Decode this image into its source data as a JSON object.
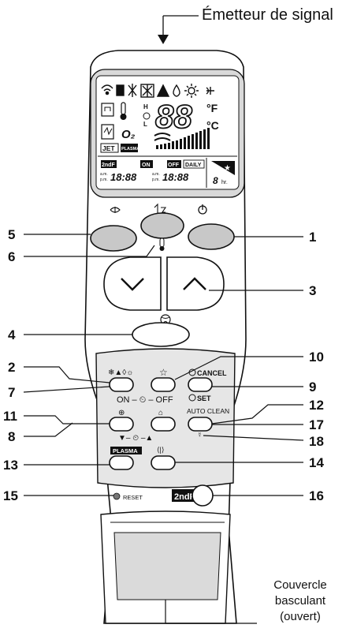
{
  "header": {
    "signal_label": "Émetteur de signal"
  },
  "footer": {
    "cover_label_line1": "Couvercle",
    "cover_label_line2": "basculant",
    "cover_label_line3": "(ouvert)"
  },
  "display": {
    "temp_digits": "88",
    "unit_f": "°F",
    "unit_c": "°C",
    "o2_text": "O₂",
    "jet_text": "JET",
    "plasma_text": "PLASMA",
    "second_f_text": "2ndF",
    "on_text": "ON",
    "off_text": "OFF",
    "daily_text": "DAILY",
    "am": "a.m.",
    "pm": "p.m.",
    "time1": "18:88",
    "time2": "18:88",
    "hours_value": "8",
    "hours_unit": "hr.",
    "h_text": "H",
    "l_text": "L"
  },
  "panel": {
    "cancel_text": "CANCEL",
    "set_text": "SET",
    "on_off_text": "ON – ⏲ – OFF",
    "auto_clean_text": "AUTO CLEAN",
    "plasma_label": "PLASMA",
    "reset_text": "RESET",
    "second_f_button": "2ndF"
  },
  "callouts": {
    "left": [
      "5",
      "6",
      "4",
      "2",
      "7",
      "11",
      "8",
      "13",
      "15"
    ],
    "right": [
      "1",
      "3",
      "10",
      "9",
      "12",
      "17",
      "18",
      "14",
      "16"
    ]
  },
  "colors": {
    "outline": "#111111",
    "button_gray": "#c8c8c8",
    "panel_gray": "#e6e6e6",
    "lcd": "#ffffff"
  }
}
